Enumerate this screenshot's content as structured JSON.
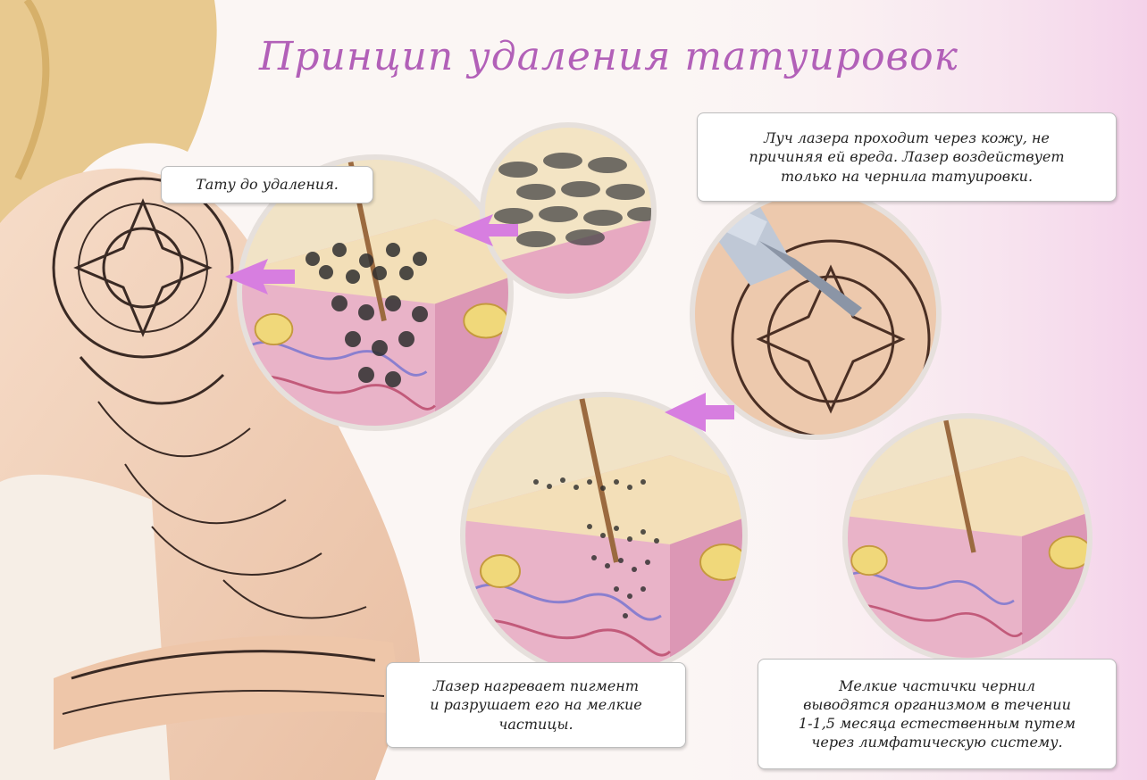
{
  "title": "Принцип удаления татуировок",
  "captions": {
    "before": "Тату до удаления.",
    "laser_beam": "Луч лазера проходит через кожу, не\nпричиняя ей вреда. Лазер воздействует\nтолько на чернила татуировки.",
    "heats_pigment": "Лазер нагревает пигмент\nи разрушает его на мелкие\nчастицы.",
    "removal": "Мелкие частички чернил\nвыводятся организмом в течении\n1-1,5 месяца естественным путем\nчерез лимфатическую систему."
  },
  "colors": {
    "title": "#b260b8",
    "arrow": "#d77ee0",
    "skin_top": "#f3dfb8",
    "dermis": "#e7a6c3",
    "ink": "#2b2b2b",
    "background_tint": "#f4d2ea"
  }
}
